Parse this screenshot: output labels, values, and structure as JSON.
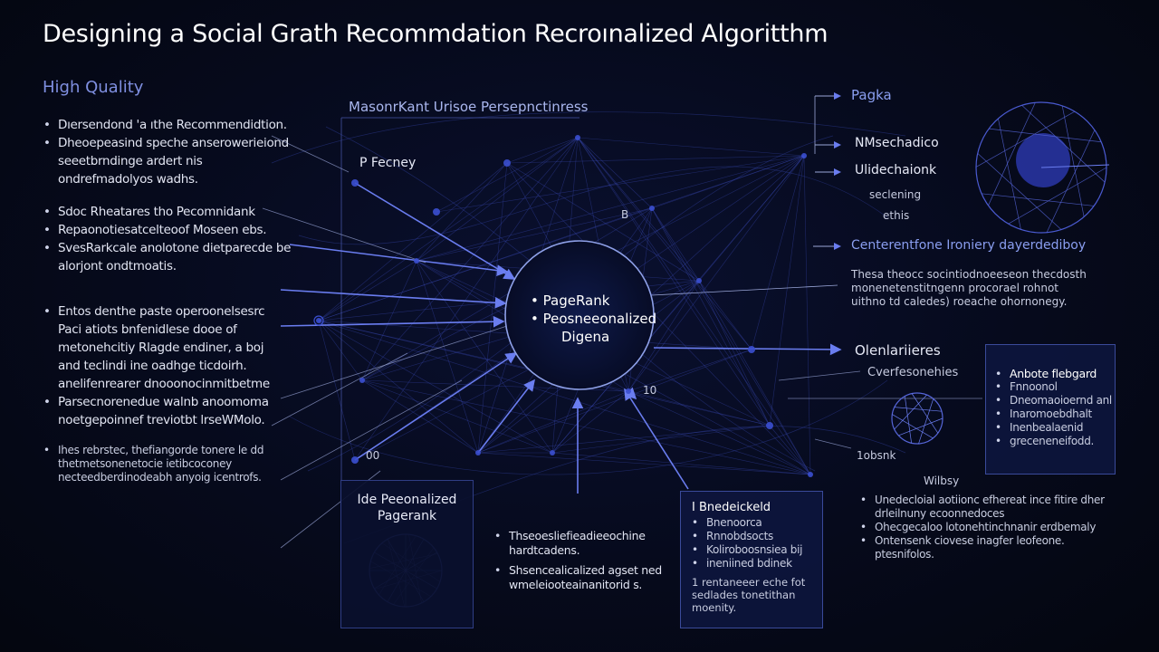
{
  "title": "Designing a Social Grath Recommdation Recroınalized Algoritthm",
  "subtitle": "High Quality",
  "left_bullets_1": [
    "Dıersendond 'a ıthe Recommendidtion.",
    "Dheoepeasind speche anserowerieiond seeetbrndinge ardert nis ondrefmadolyos wadhs."
  ],
  "left_bullets_2": [
    "Sdoc Rheatares tho Pecomnidank",
    "Repaonotiesatcelteoof Moseen ebs.",
    "SvesRarkcale anolotone dietparecde be alorjont ondtmoatis."
  ],
  "left_bullets_3": [
    "Entos denthe paste operoonelsesrc Paci atiots bnfenidlese dooe of metonehcitiy Rlagde endiner, a boj and teclindi ine oadhge ticdoirh. anelifenrearer dnooonocinmitbetme",
    "Parsecnorenedue walnb anoomoma noetgepoinnef treviotbt lrseWMolo."
  ],
  "left_bullets_4": [
    "Ihes rebrstec, thefiangorde tonere le dd thetmetsonenetocie ietibcoconey necteedberdinodeabh anyoig icentrofs."
  ],
  "center_heading": "MasonrKant Urisoe Persepnctinress",
  "node_label_tl": "P Fecney",
  "node_label_b": "B",
  "node_label_00": "00",
  "node_label_10": "10",
  "hub": {
    "items": [
      "PageRank",
      "Peosneeonalized",
      "Digena"
    ]
  },
  "bottom_box": {
    "title_lines": [
      "Ide Peeonalized",
      "Pagerank"
    ]
  },
  "bottom_mid_bullets": [
    "Thseoesliefieadieeochine hardtcadens.",
    "Shsencealicalized agset ned wmeleiooteainanitorid s."
  ],
  "bottom_panel": {
    "title": "I Bnedeickeld",
    "items": [
      "Bnenoorca",
      "Rnnobdsocts",
      "Koliroboosnsiea bij",
      "ineniined bdinek"
    ],
    "footer": "1 rentaneeer eche fot sedlades tonetithan moenity."
  },
  "right_top": {
    "label": "Pagka",
    "lines": [
      "NMsechadico",
      "Ulidechaionk",
      "seclening",
      "ethis"
    ]
  },
  "right_mid": {
    "heading": "Centerentfone Ironiery dayerdediboy",
    "text": "Thesa theocc socintiodnoeeseon thecdosth monenetenstitngenn procorael rohnot uithno td caledes) roeache ohornonegy."
  },
  "right_lower": {
    "heading": "Olenlariieres",
    "sub": "Cverfesonehies",
    "node_label": "1obsnk",
    "under_label": "Wilbsy",
    "bullets": [
      "Unedecloial aotiionc efhereat ince fitire dher drleilnuny ecoonnedoces",
      "Ohecgecaloo lotonehtinchnanir erdbemaly",
      "Ontensenk ciovese inagfer leofeone. ptesnifolos."
    ]
  },
  "right_panel": {
    "title": "Anbote flebgard",
    "items": [
      "Fnnoonol",
      "Dneomaoioernd anl",
      "Inaromoebdhalt",
      "Inenbealaenid",
      "greceneneifodd."
    ]
  },
  "colors": {
    "background": "#060a1c",
    "line": "#3a4ab8",
    "line_bright": "#6a7df0",
    "node": "#3b4fd0",
    "hub_border": "#8ea0e8",
    "text": "#e2e5f2"
  }
}
